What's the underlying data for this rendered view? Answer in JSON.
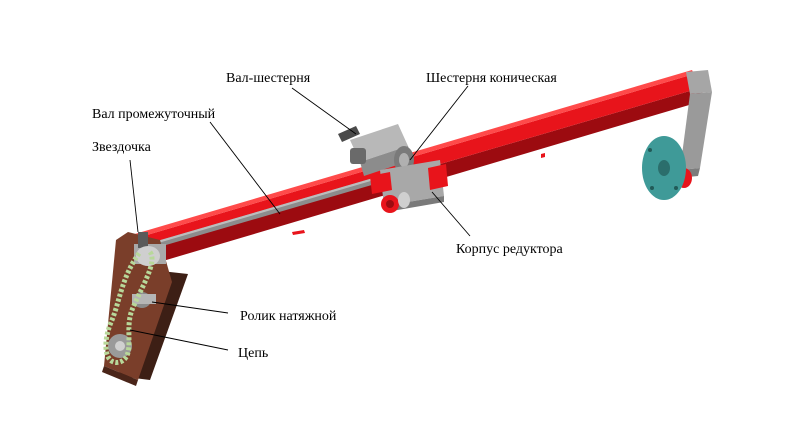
{
  "labels": {
    "val_shesternya": "Вал-шестерня",
    "shesternya_konicheskaya": "Шестерня коническая",
    "val_promezhutochny": "Вал промежуточный",
    "zvezdochka": "Звездочка",
    "korpus_reduktora": "Корпус редуктора",
    "rolik_natyazhnoy": "Ролик натяжной",
    "tsep": "Цепь"
  },
  "colors": {
    "frame_red": "#e8141b",
    "frame_dark_red": "#9c0b10",
    "shaft_grey": "#8c8c8c",
    "housing_brown": "#7a3e2a",
    "chain_green": "#b8d89a",
    "flange_teal": "#3f9a98",
    "metal_light": "#c9c9c9"
  }
}
